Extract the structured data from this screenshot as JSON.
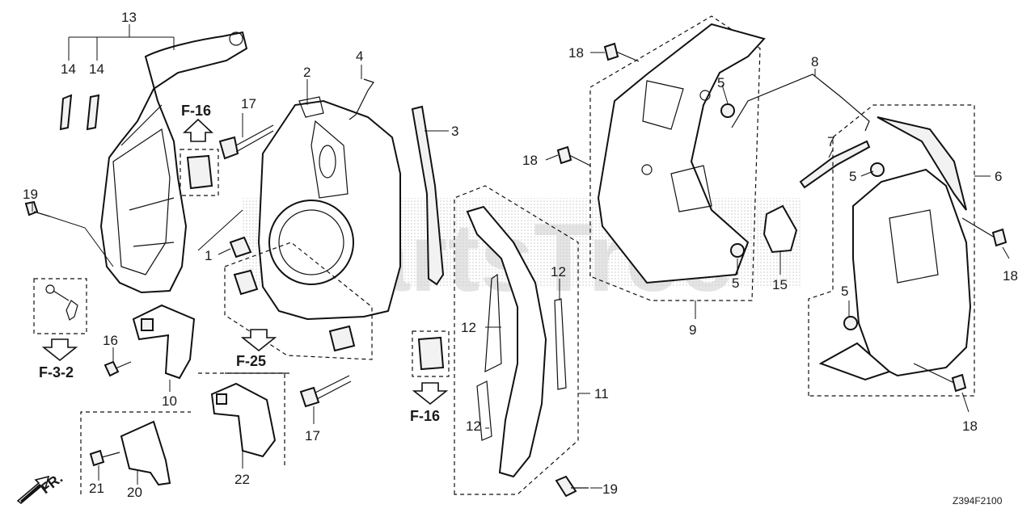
{
  "watermark": "PartsTree",
  "diagram_code": "Z394F2100",
  "front_indicator": "FR.",
  "references": {
    "f16_top": "F-16",
    "f16_bottom": "F-16",
    "f25": "F-25",
    "f32": "F-3-2"
  },
  "callouts": {
    "c1": "1",
    "c2": "2",
    "c3": "3",
    "c4": "4",
    "c5a": "5",
    "c5b": "5",
    "c5c": "5",
    "c5d": "5",
    "c6": "6",
    "c7": "7",
    "c8": "8",
    "c9": "9",
    "c10": "10",
    "c11": "11",
    "c12a": "12",
    "c12b": "12",
    "c12c": "12",
    "c13": "13",
    "c14a": "14",
    "c14b": "14",
    "c15": "15",
    "c16": "16",
    "c17a": "17",
    "c17b": "17",
    "c18a": "18",
    "c18b": "18",
    "c18c": "18",
    "c18d": "18",
    "c19a": "19",
    "c19b": "19",
    "c20": "20",
    "c21": "21",
    "c22": "22"
  }
}
